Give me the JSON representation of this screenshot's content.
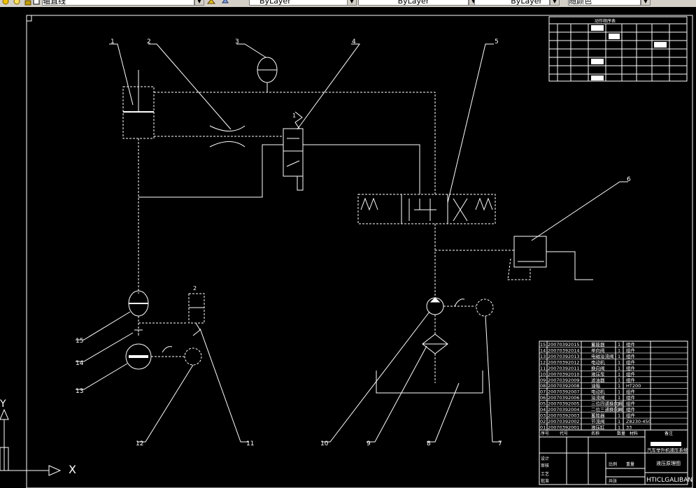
{
  "toolbar": {
    "layer_name": "轴直线",
    "linetype_1": "ByLayer",
    "linetype_2": "ByLayer",
    "lineweight": "ByLayer",
    "color": "随颜色"
  },
  "ucs": {
    "x_label": "X",
    "y_label": "Y"
  },
  "callouts": [
    "1",
    "2",
    "3",
    "4",
    "5",
    "6",
    "7",
    "8",
    "9",
    "10",
    "11",
    "12",
    "13",
    "14",
    "15"
  ],
  "valve_labels": {
    "v4_spring": "1",
    "v11_spring": "2"
  },
  "sequence_table": {
    "title": "动作顺序表"
  },
  "parts_list": {
    "rows": [
      {
        "no": "15",
        "code": "20070392015",
        "name": "蓄能器",
        "qty": "1",
        "mat": "组件"
      },
      {
        "no": "14",
        "code": "20070392014",
        "name": "单向阀",
        "qty": "1",
        "mat": "组件"
      },
      {
        "no": "13",
        "code": "20070392013",
        "name": "电磁溢流阀",
        "qty": "1",
        "mat": "组件"
      },
      {
        "no": "12",
        "code": "20070392012",
        "name": "电动机",
        "qty": "1",
        "mat": "组件"
      },
      {
        "no": "11",
        "code": "20070392011",
        "name": "换向阀",
        "qty": "1",
        "mat": "组件"
      },
      {
        "no": "10",
        "code": "20070392010",
        "name": "液压泵",
        "qty": "1",
        "mat": "组件"
      },
      {
        "no": "09",
        "code": "20070392009",
        "name": "滤油器",
        "qty": "1",
        "mat": "组件"
      },
      {
        "no": "08",
        "code": "20070392008",
        "name": "油箱",
        "qty": "1",
        "mat": "HT200"
      },
      {
        "no": "07",
        "code": "20070392007",
        "name": "电动机",
        "qty": "1",
        "mat": "组件"
      },
      {
        "no": "06",
        "code": "20070392006",
        "name": "溢流阀",
        "qty": "1",
        "mat": "组件"
      },
      {
        "no": "05",
        "code": "20070392005",
        "name": "三位四通换向阀",
        "qty": "1",
        "mat": "组件"
      },
      {
        "no": "04",
        "code": "20070392004",
        "name": "二位三通换向阀",
        "qty": "1",
        "mat": "组件"
      },
      {
        "no": "03",
        "code": "20070392003",
        "name": "蓄能器",
        "qty": "1",
        "mat": "组件"
      },
      {
        "no": "02",
        "code": "20070392002",
        "name": "节流阀",
        "qty": "1",
        "mat": "Z8230-450"
      },
      {
        "no": "01",
        "code": "20070392001",
        "name": "液压缸",
        "qty": "1",
        "mat": "33"
      }
    ],
    "header": [
      "序号",
      "代号",
      "名称",
      "数量",
      "材料",
      "备注"
    ]
  },
  "title_block": {
    "drawing_title": "汽车举升机液压系统",
    "drawing_name": "液压原理图",
    "code": "HTICLGALIBAN",
    "design_label": "设计",
    "check_label": "审核",
    "craft_label": "工艺",
    "approve_label": "批准",
    "scale_label": "比例",
    "weight_label": "重量",
    "sheet_label": "共张"
  },
  "colors": {
    "background": "#000000",
    "line": "#ffffff",
    "toolbar": "#d4d0c8"
  }
}
